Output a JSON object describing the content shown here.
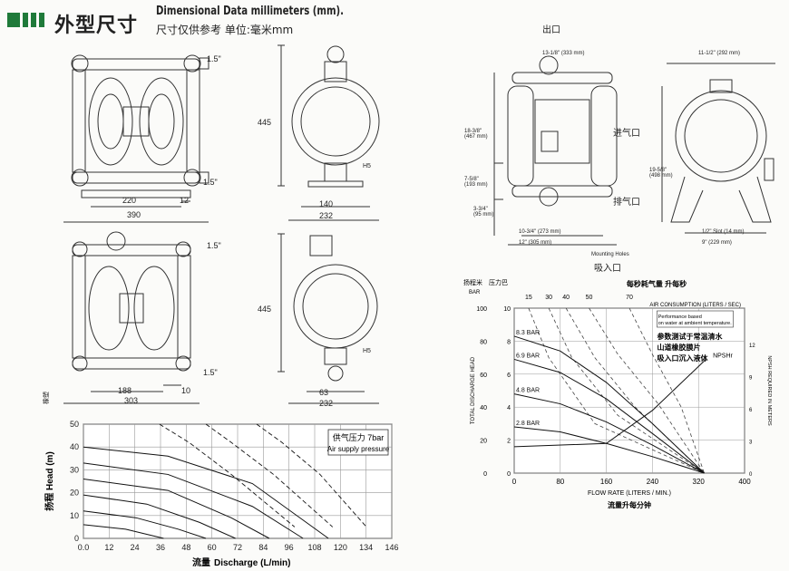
{
  "header": {
    "title_cn": "外型尺寸",
    "title_en": "Dimensional Data  millimeters (mm).",
    "note": "尺寸仅供参考 单位:毫米mm"
  },
  "drawing_left": {
    "top_front": {
      "d1": "1.5\"",
      "d2": "1.5\"",
      "w_inner": "220",
      "w_small": "12",
      "w_total": "390"
    },
    "top_side": {
      "h": "445",
      "w_inner": "140",
      "w_total": "232",
      "tag": "H5"
    },
    "bottom_front": {
      "d1": "1.5\"",
      "d2": "1.5\"",
      "w_inner": "188",
      "w_small": "10",
      "w_total": "303"
    },
    "bottom_side": {
      "h": "445",
      "w_inner": "63",
      "w_total": "232",
      "tag": "H5"
    },
    "side_tag": "橡塑"
  },
  "drawing_right": {
    "outlet": "出口",
    "air_in": "进气口",
    "exhaust": "排气口",
    "inlet": "吸入口",
    "dim_top": "13-1/8\"",
    "dim_top_mm": "(333 mm)",
    "dim_h1": "18-3/8\"",
    "dim_h1_mm": "(467 mm)",
    "dim_h2": "7-5/8\"",
    "dim_h2_mm": "(193 mm)",
    "dim_h3": "3-3/4\"",
    "dim_h3_mm": "(95 mm)",
    "dim_bot1": "10-3/4\"",
    "dim_bot1_mm": "(273 mm)",
    "dim_bot2": "12\"",
    "dim_bot2_mm": "(305 mm)",
    "side_top": "11-1/2\"",
    "side_top_mm": "(292 mm)",
    "side_h": "19-5/8\"",
    "side_h_mm": "(498 mm)",
    "side_slot": "1/2\" Slot",
    "side_slot_mm": "(14 mm)",
    "side_bot": "9\"",
    "side_bot_mm": "(229 mm)",
    "mount_note": "Mounting Holes"
  },
  "chart_data": [
    {
      "type": "line",
      "title": "",
      "legend_cn": "供气压力 7bar",
      "legend_en": "Air supply pressure",
      "xlabel_cn": "流量",
      "xlabel": "Discharge (L/min)",
      "ylabel_cn": "扬程",
      "ylabel": "Head (m)",
      "x_ticks": [
        "0.0",
        "12",
        "24",
        "36",
        "48",
        "60",
        "72",
        "84",
        "96",
        "108",
        "120",
        "134",
        "146"
      ],
      "y_ticks": [
        "0",
        "10",
        "20",
        "30",
        "40",
        "50"
      ],
      "xlim": [
        0,
        146
      ],
      "ylim": [
        0,
        50
      ],
      "grid": true,
      "series": [
        {
          "x": [
            0,
            40,
            80,
            116
          ],
          "y": [
            40,
            36,
            24,
            0
          ]
        },
        {
          "x": [
            0,
            40,
            80,
            104
          ],
          "y": [
            33,
            28,
            14,
            0
          ]
        },
        {
          "x": [
            0,
            40,
            70,
            88
          ],
          "y": [
            26,
            21,
            9,
            0
          ]
        },
        {
          "x": [
            0,
            30,
            55,
            72
          ],
          "y": [
            19,
            15,
            7,
            0
          ]
        },
        {
          "x": [
            0,
            25,
            45,
            58
          ],
          "y": [
            12,
            9,
            4,
            0
          ]
        },
        {
          "x": [
            0,
            20,
            38
          ],
          "y": [
            6,
            4,
            0
          ]
        }
      ],
      "air_lines": [
        {
          "x": [
            36,
            50,
            70,
            100
          ],
          "y": [
            50,
            42,
            28,
            5
          ]
        },
        {
          "x": [
            58,
            70,
            90,
            118
          ],
          "y": [
            50,
            42,
            28,
            5
          ]
        },
        {
          "x": [
            82,
            94,
            112,
            134
          ],
          "y": [
            50,
            42,
            28,
            5
          ]
        }
      ]
    },
    {
      "type": "line",
      "title_cn": "每秒耗气量  升每秒",
      "top_axis_label": "AIR CONSUMPTION (LITERS / SEC)",
      "top_ticks": [
        "15",
        "30",
        "40",
        "50",
        "70"
      ],
      "note": "Performance based on water at ambient temperature.",
      "note_cn": [
        "参数测试于常温清水",
        "山道橡胶膜片",
        "吸入口沉入液体"
      ],
      "xlabel": "FLOW RATE (LITERS / MIN.)",
      "xlabel_cn": "流量升每分钟",
      "ylabel": "TOTAL DISCHARGE HEAD",
      "ylabel_l_unit": "BAR",
      "ylabel_cn_l1": "扬程米",
      "ylabel_cn_l2": "压力巴",
      "ylabel_r": "NPSH REQUIRED IN METERS",
      "npsh_label": "NPSHr",
      "x_ticks": [
        "0",
        "80",
        "160",
        "240",
        "320",
        "400"
      ],
      "y_ticks_m": [
        "0",
        "20",
        "40",
        "60",
        "80",
        "100"
      ],
      "y_ticks_bar": [
        "0",
        "2",
        "4",
        "6",
        "8",
        "10"
      ],
      "y_ticks_r": [
        "0",
        "3",
        "6",
        "9",
        "12"
      ],
      "xlim": [
        0,
        400
      ],
      "ylim": [
        0,
        100
      ],
      "grid": true,
      "series": [
        {
          "name": "8.3 BAR",
          "x": [
            0,
            80,
            160,
            240,
            330
          ],
          "y": [
            83,
            74,
            55,
            30,
            0
          ]
        },
        {
          "name": "6.9 BAR",
          "x": [
            0,
            80,
            160,
            240,
            330
          ],
          "y": [
            69,
            61,
            45,
            24,
            0
          ]
        },
        {
          "name": "4.8 BAR",
          "x": [
            0,
            80,
            160,
            240,
            330
          ],
          "y": [
            48,
            42,
            31,
            17,
            0
          ]
        },
        {
          "name": "2.8 BAR",
          "x": [
            0,
            80,
            160,
            240,
            330
          ],
          "y": [
            28,
            25,
            18,
            10,
            0
          ]
        }
      ],
      "npsh": {
        "x": [
          0,
          160,
          240,
          330
        ],
        "y": [
          16,
          18,
          38,
          68
        ]
      },
      "air_lines": [
        {
          "x": [
            25,
            60,
            140,
            330
          ],
          "y": [
            100,
            70,
            30,
            0
          ]
        },
        {
          "x": [
            60,
            100,
            180,
            330
          ],
          "y": [
            100,
            70,
            35,
            0
          ]
        },
        {
          "x": [
            90,
            140,
            210,
            330
          ],
          "y": [
            100,
            70,
            40,
            0
          ]
        },
        {
          "x": [
            130,
            180,
            250,
            330
          ],
          "y": [
            100,
            72,
            42,
            0
          ]
        },
        {
          "x": [
            200,
            240,
            290,
            330
          ],
          "y": [
            100,
            72,
            40,
            0
          ]
        }
      ]
    }
  ]
}
